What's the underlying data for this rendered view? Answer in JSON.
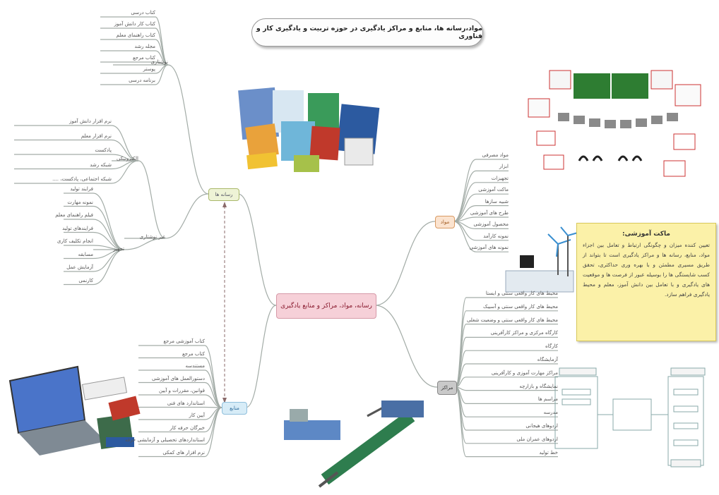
{
  "title": "مواد،رسانه ها، منابع و مراکز یادگیری در حوزه تربیت و  یادگیری کار و فناوری",
  "center_node": "رسانه، مواد، مراکز و منابع یادگیری",
  "nodes": {
    "media": "رسانه ها",
    "materials": "مواد",
    "centers": "مراکز",
    "sources": "منابع",
    "print": "نوشتاری",
    "electronic": "الکترونیکی",
    "nonprint": "غیر نوشتاری",
    "equipment": "تجهیز"
  },
  "media_print_items": [
    "کتاب درسی",
    "کتاب کار دانش آموز",
    "کتاب راهنمای معلم",
    "مجله رشد",
    "کتاب مرجع",
    "پوستر",
    "برنامه درسی"
  ],
  "media_electronic_items": [
    "نرم افزار دانش آموز",
    "نرم افزار معلم",
    "پادکست",
    "شبکه رشد",
    "شبکه اجتماعی، پادکست، ...."
  ],
  "media_equipment_items": [
    "فرایند تولید",
    "نمونه مهارت",
    "فیلم راهنمای معلم",
    "فرایندهای تولید",
    "انجام تکلیف کاری",
    "مسابقه",
    "آزمایش عمل",
    "کارنمی"
  ],
  "materials_items": [
    "مواد مصرفی",
    "ابزار",
    "تجهیزات",
    "ماکت آموزشی",
    "شبیه سازها",
    "طرح های آموزشی",
    "محصول آموزشی",
    "نمونه کارآمد",
    "نمونه های آموزشی"
  ],
  "centers_items": [
    "محیط های کار واقعی سنتی و ایستا",
    "محیط های کار واقعی سنتی و آسیبک",
    "محیط های کار واقعی سنتی و وضعیت شغلی",
    "کارگاه مرکزی و مراکز کارآفرینی",
    "کارگاه",
    "آزمایشگاه",
    "مراکز مهارت آموزی و کارآفرینی",
    "نمایشگاه و بازارچه",
    "مراسم ها",
    "مدرسه",
    "اردوهای هیجانی",
    "اردوهای عمران ملی",
    "خط تولید"
  ],
  "sources_items": [
    "کتاب آموزشی مرجع",
    "کتاب مرجع",
    "مستندسه",
    "دستورالعمل های آموزشی",
    "قوانین، مقررات و آیین",
    "استاندارد های فنی",
    "آیین کار",
    "خبرگان حرفه کار",
    "استانداردهای تحصیلی و آزمایشی حرفه",
    "نرم افزار های کمکی"
  ],
  "callout": {
    "heading": "ماکت آموزشی:",
    "text": "تعیین کننده میزان و چگونگی ارتباط و تعامل بین اجزاء مواد، منابع، رسانه ها و مراکز یادگیری است تا بتواند از طریق مسیری مطمئن و با بهره وری حداکثری، تحقق کسب شایستگی ها را بوسیله عبور از فرصت ها و موقعیت های یادگیری و با تعامل بین دانش آموز، معلم و محیط یادگیری فراهم سازد."
  },
  "colors": {
    "media_fill": "#eef3d6",
    "media_border": "#a9b86a",
    "materials_fill": "#fbe3cf",
    "materials_border": "#d99a63",
    "centers_fill": "#c9c9c9",
    "centers_border": "#888888",
    "sources_fill": "#d7ecf7",
    "sources_border": "#8fbfdc",
    "branch": "#9aa6a0"
  }
}
